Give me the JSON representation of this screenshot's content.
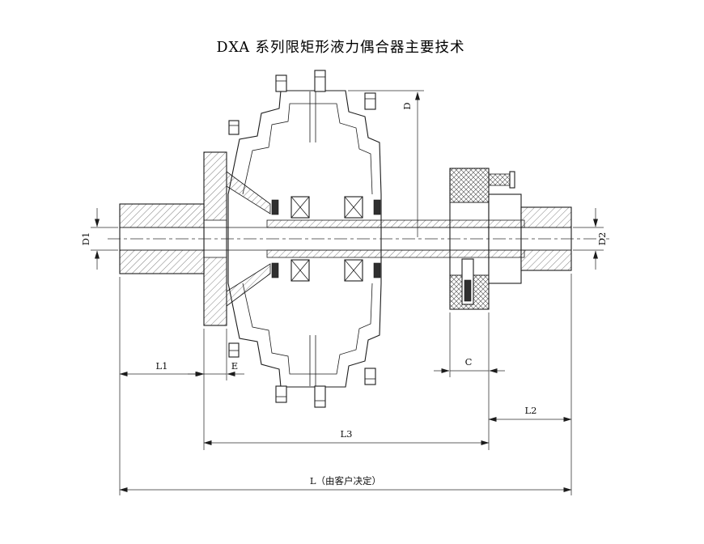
{
  "title": "DXA 系列限矩形液力偶合器主要技术",
  "dim_labels": {
    "D": "D",
    "D1": "D1",
    "D2": "D2",
    "L1": "L1",
    "L2": "L2",
    "L3": "L3",
    "L": "L（由客户决定）",
    "E": "E",
    "C": "C"
  }
}
